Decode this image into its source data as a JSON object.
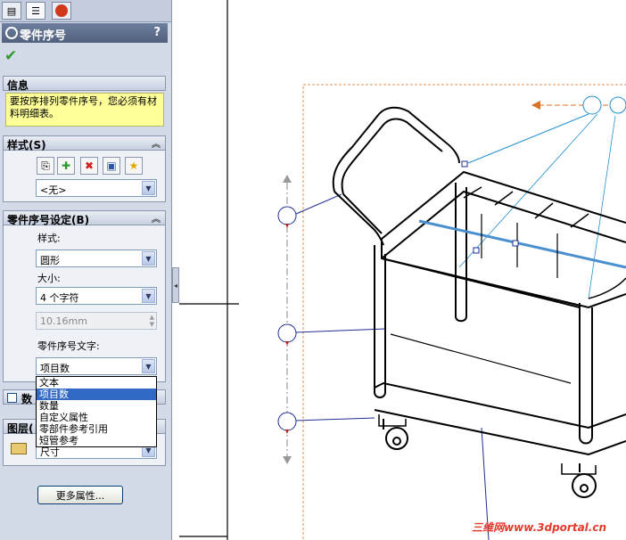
{
  "panel": {
    "title": "零件序号",
    "help": "?",
    "ok": "✔",
    "info": {
      "header": "信息",
      "text": "要按序排列零件序号，您必须有材料明细表。"
    },
    "style_section": {
      "header": "样式(S)",
      "value": "<无>"
    },
    "settings_section": {
      "header": "零件序号设定(B)",
      "style_label": "样式:",
      "style_value": "圆形",
      "size_label": "大小:",
      "size_value": "4 个字符",
      "dimension_value": "10.16mm",
      "text_label": "零件序号文字:",
      "text_value": "项目数"
    },
    "dropdown_options": [
      "文本",
      "项目数",
      "数量",
      "自定义属性",
      "零部件参考引用",
      "短管参考"
    ],
    "dropdown_selected": "项目数",
    "quantity_section": {
      "header": "数"
    },
    "layer_section": {
      "header": "图层(",
      "value": "尺寸"
    },
    "more_button": "更多属性..."
  },
  "watermark": "三维网www.3dportal.cn",
  "colors": {
    "panel_bg": "#d4dbe8",
    "title_bg": "#5d6d8b",
    "info_bg": "#ffff99",
    "selection": "#316ac5",
    "leader": "#1e2e8f",
    "callout": "#e06010"
  }
}
